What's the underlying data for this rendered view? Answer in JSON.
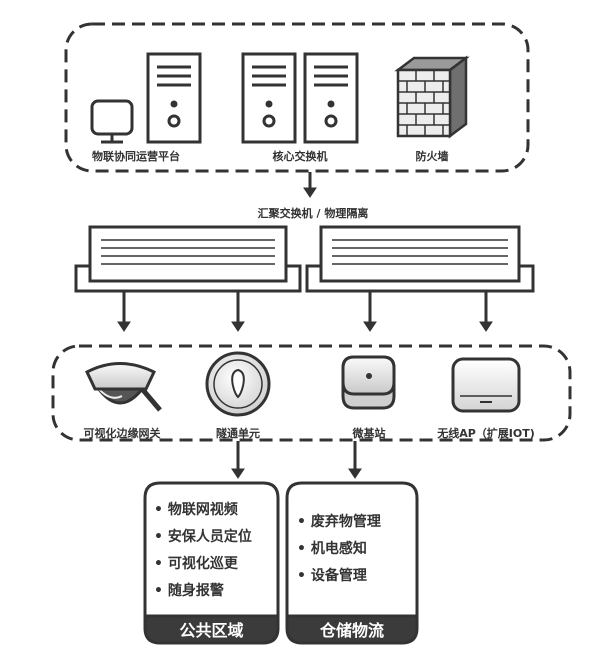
{
  "top_group": {
    "platform_label": "物联协同运营平台",
    "core_switch_label": "核心交换机",
    "firewall_label": "防火墙"
  },
  "aggregation_label": "汇聚交换机 / 物理隔离",
  "edge_group": {
    "gateway_label": "可视化边缘网关",
    "tunnel_unit_label": "隧通单元",
    "micro_station_label": "微基站",
    "wireless_ap_label": "无线AP（扩展IOT)"
  },
  "public_area": {
    "title": "公共区域",
    "items": [
      "物联网视频",
      "安保人员定位",
      "可视化巡更",
      "随身报警"
    ]
  },
  "warehouse": {
    "title": "仓储物流",
    "items": [
      "废弃物管理",
      "机电感知",
      "设备管理"
    ]
  }
}
